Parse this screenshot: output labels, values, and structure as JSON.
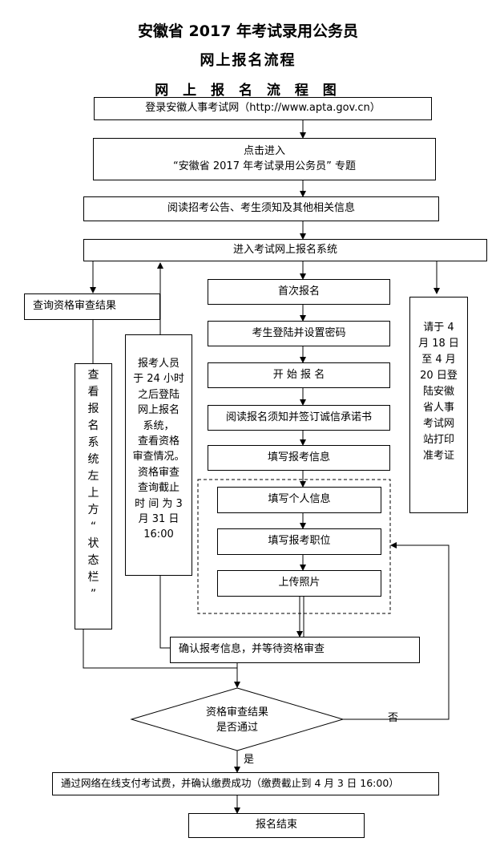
{
  "header": {
    "title": "安徽省 2017 年考试录用公务员",
    "subtitle": "网上报名流程"
  },
  "chart_title": "网 上 报 名 流 程 图",
  "steps": {
    "login": "登录安徽人事考试网（http://www.apta.gov.cn）",
    "enter_line1": "点击进入",
    "enter_line2": "“安徽省 2017 年考试录用公务员” 专题",
    "read_notice": "阅读招考公告、考生须知及其他相关信息",
    "enter_system": "进入考试网上报名系统",
    "query_result": "查询资格审查结果",
    "first_register": "首次报名",
    "set_password": "考生登陆并设置密码",
    "start_register": "开  始  报  名",
    "read_pledge": "阅读报名须知并签订诚信承诺书",
    "fill_info": "填写报考信息",
    "fill_personal": "填写个人信息",
    "fill_position": "填写报考职位",
    "upload_photo": "上传照片",
    "confirm": "确认报考信息，并等待资格审查",
    "decision_line1": "资格审查结果",
    "decision_line2": "是否通过",
    "yes_label": "是",
    "no_label": "否",
    "pay": "通过网络在线支付考试费，并确认缴费成功（缴费截止到 4 月 3 日 16:00）",
    "end": "报名结束"
  },
  "side_notes": {
    "status_bar_chars": [
      "查",
      "看",
      "报",
      "名",
      "系",
      "统",
      "左",
      "上",
      "方",
      "“",
      "状",
      "态",
      "栏",
      "”"
    ],
    "relogin_lines": [
      "报考人员",
      "于 24 小时",
      "之后登陆",
      "网上报名",
      "系统，",
      "查看资格",
      "审查情况。",
      "资格审查",
      "查询截止",
      "时 间 为  3",
      "月   31   日",
      "16:00"
    ],
    "print_lines": [
      "请于 4",
      "月 18 日",
      "至 4 月",
      "20 日登",
      "陆安徽",
      "省人事",
      "考试网",
      "站打印",
      "准考证"
    ]
  }
}
